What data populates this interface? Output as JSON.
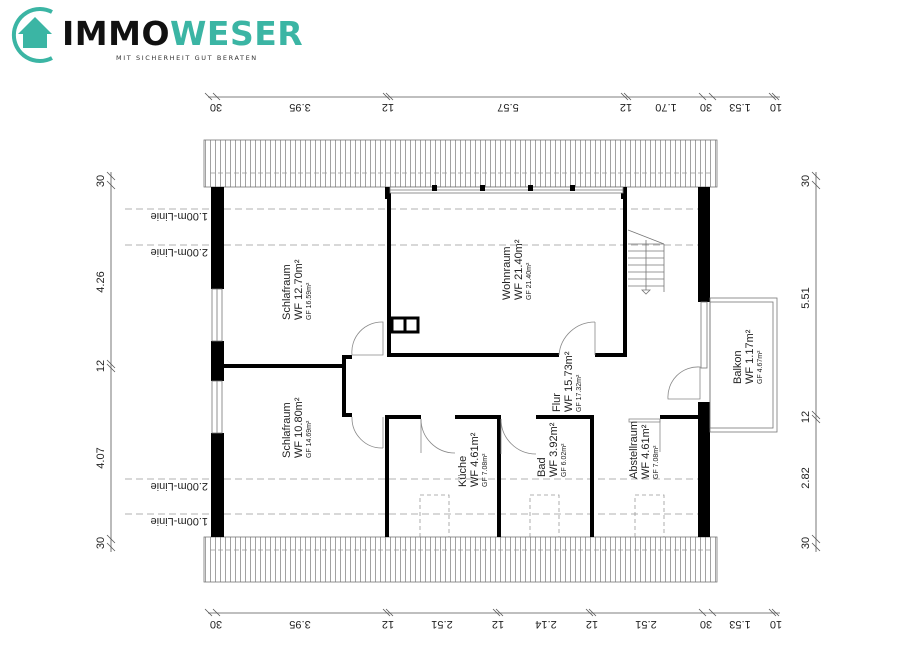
{
  "brand": {
    "name_part1": "IMMO",
    "name_part2": "WESER",
    "tagline": "MIT SICHERHEIT GUT BERATEN",
    "accent_color": "#3bb5a4"
  },
  "dimensions": {
    "top": [
      "30",
      "3.95",
      "12",
      "5.57",
      "12",
      "1.70",
      "30",
      "1.53",
      "10"
    ],
    "bottom": [
      "30",
      "3.95",
      "12",
      "2.51",
      "12",
      "2.14",
      "12",
      "2.51",
      "30",
      "1.53",
      "10"
    ],
    "left": [
      "30",
      "4.26",
      "12",
      "4.07",
      "30"
    ],
    "right": [
      "30",
      "5.51",
      "12",
      "2.82",
      "30"
    ]
  },
  "height_lines": {
    "top_1": "1.00m-Linie",
    "top_2": "2.00m-Linie",
    "bottom_2": "2.00m-Linie",
    "bottom_1": "1.00m-Linie"
  },
  "rooms": [
    {
      "name": "Schlafraum",
      "wf": "WF 12.70m²",
      "gf": "GF 16.59m²"
    },
    {
      "name": "Wohnraum",
      "wf": "WF 21.40m²",
      "gf": "GF 21.40m²"
    },
    {
      "name": "Schlafraum",
      "wf": "WF 10.80m²",
      "gf": "GF 14.69m²"
    },
    {
      "name": "Flur",
      "wf": "WF 15.73m²",
      "gf": "GF 17.32m²"
    },
    {
      "name": "Balkon",
      "wf": "WF 1.17m²",
      "gf": "GF 4.67m²"
    },
    {
      "name": "Küche",
      "wf": "WF 4.61m²",
      "gf": "GF 7.08m²"
    },
    {
      "name": "Bad",
      "wf": "WF 3.92m²",
      "gf": "GF 6.02m²"
    },
    {
      "name": "Abstellraum",
      "wf": "WF 4.61m²",
      "gf": "GF 7.08m²"
    }
  ]
}
